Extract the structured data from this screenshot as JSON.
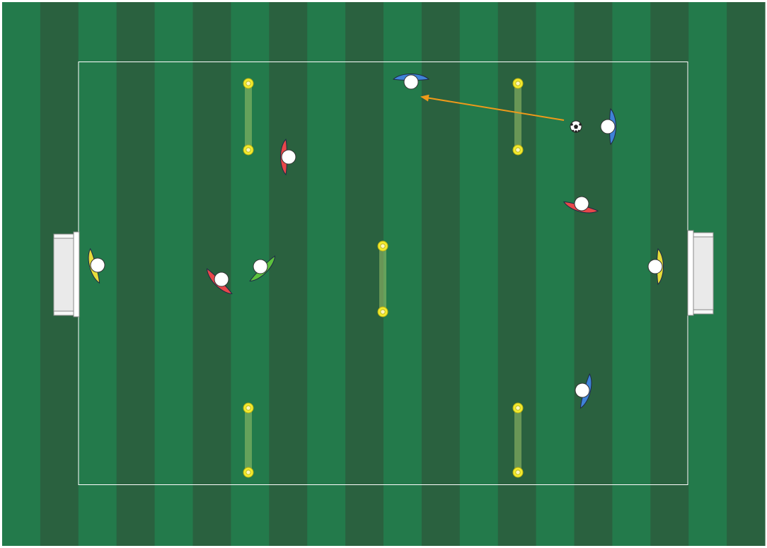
{
  "pitch": {
    "stripe_colors": [
      "#237a4b",
      "#2a613f"
    ],
    "stripe_count": 20,
    "line_color": "#ffffff",
    "surround_color": "#ffffff"
  },
  "team_colors": {
    "red": "#e8474a",
    "blue": "#3f82d8",
    "yellow": "#e6dc3a",
    "green": "#5cc23d"
  },
  "goals": [
    {
      "side": "left"
    },
    {
      "side": "right"
    }
  ],
  "cone_gates": [
    {
      "id": "top-left"
    },
    {
      "id": "top-right"
    },
    {
      "id": "center"
    },
    {
      "id": "bottom-left"
    },
    {
      "id": "bottom-right"
    }
  ],
  "players": [
    {
      "id": "blue-top-center",
      "team": "blue",
      "facing": "down"
    },
    {
      "id": "blue-top-right",
      "team": "blue",
      "facing": "left"
    },
    {
      "id": "red-top-left",
      "team": "red",
      "facing": "right"
    },
    {
      "id": "red-right",
      "team": "red",
      "facing": "up"
    },
    {
      "id": "yellow-left-gk",
      "team": "yellow",
      "facing": "right"
    },
    {
      "id": "yellow-right-gk",
      "team": "yellow",
      "facing": "left"
    },
    {
      "id": "red-left-mid",
      "team": "red",
      "facing": "up-right"
    },
    {
      "id": "green-left-mid",
      "team": "green",
      "facing": "up-left"
    },
    {
      "id": "blue-bottom-right",
      "team": "blue",
      "facing": "left"
    }
  ],
  "ball": {
    "icon": "soccer-ball-icon"
  },
  "pass_arrow": {
    "color": "#ef9a1a",
    "from": "ball",
    "to": "blue-top-center"
  }
}
